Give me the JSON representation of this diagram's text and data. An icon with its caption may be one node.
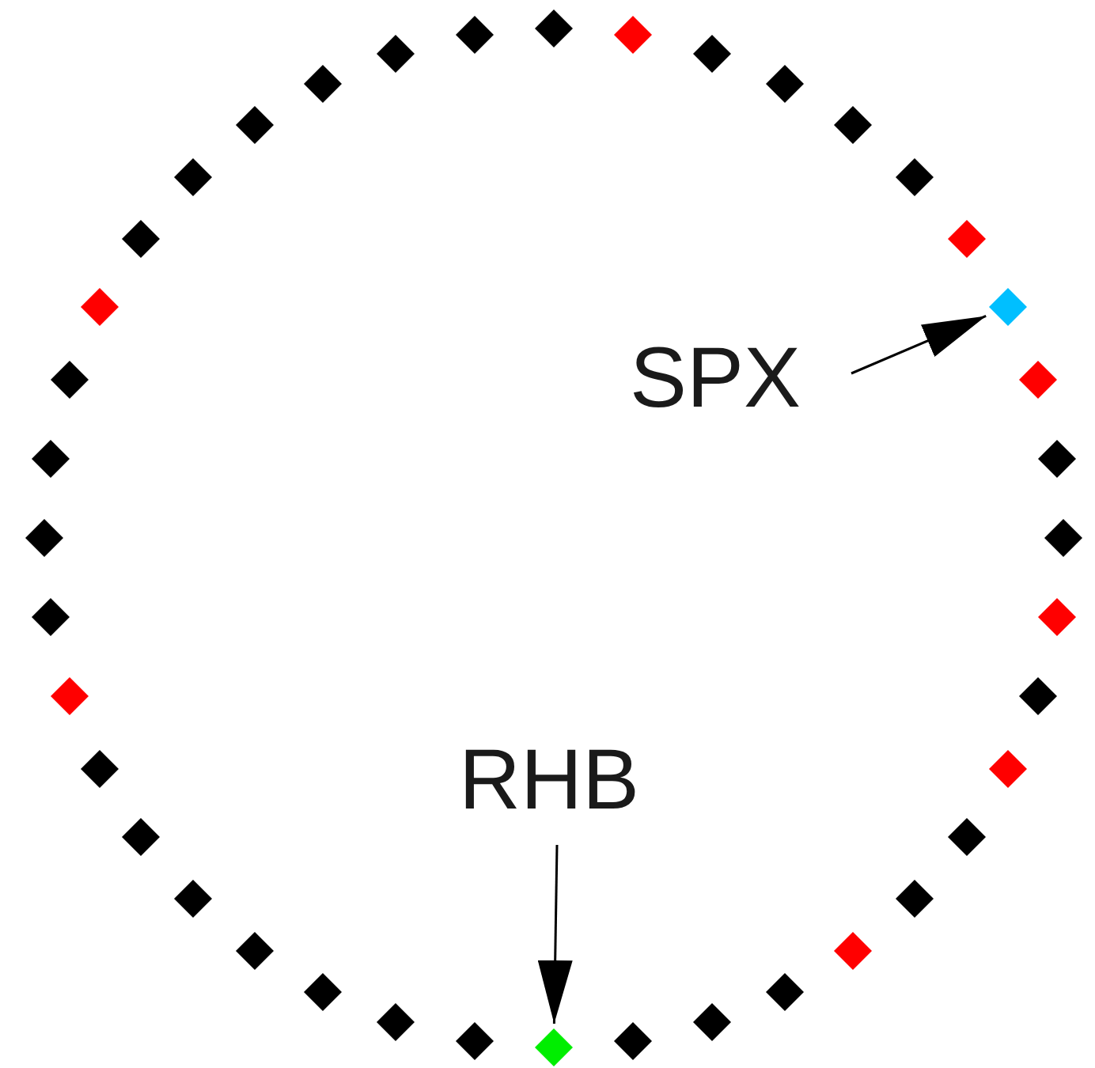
{
  "diagram": {
    "nodes": [
      {
        "text": [],
        "shape": "diamond"
      },
      {
        "text": [],
        "shape": "diamond"
      },
      {
        "text": [],
        "shape": "diamond"
      },
      {
        "text": [],
        "shape": "diamond"
      },
      {
        "text": [],
        "shape": "diamond"
      },
      {
        "text": [],
        "shape": "diamond"
      },
      {
        "text": [],
        "shape": "diamond"
      },
      {
        "text": [],
        "shape": "diamond"
      },
      {
        "text": [],
        "shape": "diamond"
      },
      {
        "text": [],
        "shape": "diamond"
      },
      {
        "text": [],
        "shape": "diamond"
      },
      {
        "text": [],
        "shape": "diamond"
      },
      {
        "text": [],
        "shape": "diamond"
      },
      {
        "text": [],
        "shape": "diamond"
      },
      {
        "text": [],
        "shape": "diamond"
      },
      {
        "text": [],
        "shape": "diamond"
      },
      {
        "text": [],
        "shape": "diamond"
      },
      {
        "text": [],
        "shape": "diamond"
      },
      {
        "text": [],
        "shape": "diamond"
      },
      {
        "text": [],
        "shape": "diamond"
      },
      {
        "text": [],
        "shape": "diamond"
      },
      {
        "text": [],
        "shape": "diamond"
      },
      {
        "text": [],
        "shape": "diamond"
      },
      {
        "text": [],
        "shape": "diamond"
      },
      {
        "text": [],
        "shape": "diamond"
      },
      {
        "text": [],
        "shape": "diamond"
      },
      {
        "text": [],
        "shape": "diamond"
      },
      {
        "text": [],
        "shape": "diamond"
      },
      {
        "text": [],
        "shape": "diamond"
      },
      {
        "text": [],
        "shape": "diamond"
      },
      {
        "text": [],
        "shape": "diamond"
      },
      {
        "text": [],
        "shape": "diamond"
      },
      {
        "text": [],
        "shape": "diamond"
      },
      {
        "text": [],
        "shape": "diamond"
      },
      {
        "text": [],
        "shape": "diamond"
      },
      {
        "text": [],
        "shape": "diamond"
      },
      {
        "text": [],
        "shape": "diamond"
      },
      {
        "text": [],
        "shape": "diamond"
      },
      {
        "text": [],
        "shape": "diamond"
      },
      {
        "text": [],
        "shape": "diamond"
      },
      {
        "text": [
          "SPX"
        ]
      },
      {
        "text": [
          "RHB"
        ]
      }
    ],
    "edges": [
      {
        "from": 40,
        "to": 7,
        "arrow": "to"
      },
      {
        "from": 41,
        "to": 20,
        "arrow": "to"
      }
    ]
  }
}
